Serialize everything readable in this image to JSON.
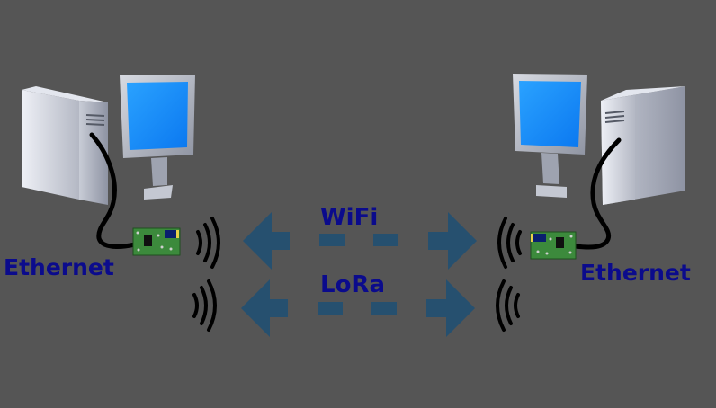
{
  "labels": {
    "ethernet_left": "Ethernet",
    "ethernet_right": "Ethernet",
    "wifi": "WiFi",
    "lora": "LoRa"
  },
  "colors": {
    "background": "#555555",
    "label_text": "#0b0b8c",
    "arrow": "#26506f",
    "screen": "#1e90ff",
    "board": "#3c8a3c",
    "cable": "#000000"
  },
  "icons": {
    "computer": "desktop-computer-icon",
    "board": "circuit-board-icon",
    "signal": "radio-waves-icon",
    "arrow": "arrow-icon"
  }
}
